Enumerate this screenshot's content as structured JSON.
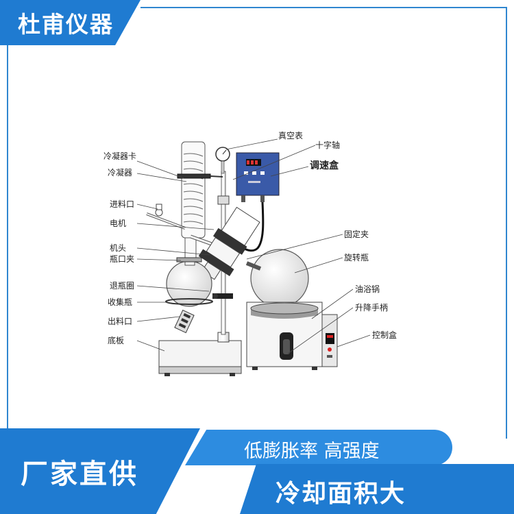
{
  "brand": {
    "name": "杜甫仪器"
  },
  "callouts": {
    "condenser_clip": "冷凝器卡",
    "condenser": "冷凝器",
    "feed_port": "进料口",
    "motor": "电机",
    "head": "机头",
    "flask_clip": "瓶口夹",
    "eject_ring": "退瓶圈",
    "collect_flask": "收集瓶",
    "outlet": "出料口",
    "base": "底板",
    "vacuum_gauge": "真空表",
    "cross_shaft": "十字轴",
    "speed_box": "调速盒",
    "fix_clamp": "固定夹",
    "rotary_flask": "旋转瓶",
    "oil_bath": "油浴锅",
    "lift_handle": "升降手柄",
    "control_box": "控制盒"
  },
  "banners": {
    "factory": "厂家直供",
    "feature_1": "低膨胀率 高强度",
    "feature_2": "冷却面积大"
  },
  "colors": {
    "brand_blue": "#1f7bd1",
    "light_blue": "#2d8ce0",
    "frame_blue": "#2f86d0"
  }
}
